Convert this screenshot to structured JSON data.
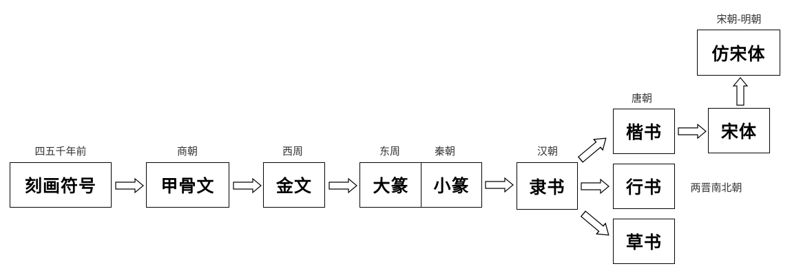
{
  "nodes": {
    "kehua": "刻画符号",
    "jiaguwen": "甲骨文",
    "jinwen": "金文",
    "dazhuan": "大篆",
    "xiaozhuan": "小篆",
    "lishu": "隶书",
    "kaishu": "楷书",
    "xingshu": "行书",
    "caoshu": "草书",
    "songti": "宋体",
    "fangsongti": "仿宋体"
  },
  "eras": {
    "kehua": "四五千年前",
    "jiaguwen": "商朝",
    "jinwen": "西周",
    "dazhuan": "东周",
    "xiaozhuan": "秦朝",
    "lishu": "汉朝",
    "kaishu": "唐朝",
    "xingshu": "两晋南北朝",
    "fangsongti": "宋朝-明朝"
  },
  "colors": {
    "line": "#000000",
    "fill": "#ffffff",
    "era_text": "#333333"
  },
  "arrow_icon": "hollow-arrow"
}
